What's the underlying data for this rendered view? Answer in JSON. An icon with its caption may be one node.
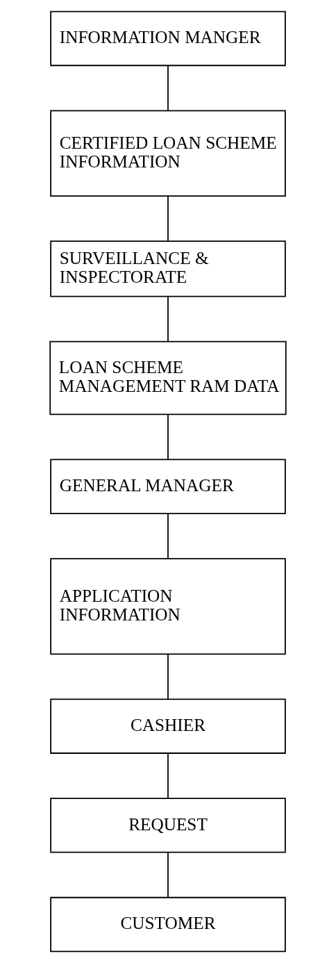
{
  "diagram": {
    "nodes": [
      {
        "text": [
          "INFORMATION MANGER"
        ]
      },
      {
        "text": [
          "CERTIFIED LOAN SCHEME INFORMATION"
        ]
      },
      {
        "text": [
          "SURVEILLANCE & INSPECTORATE"
        ]
      },
      {
        "text": [
          "LOAN SCHEME MANAGEMENT RAM DATA"
        ]
      },
      {
        "text": [
          "GENERAL MANAGER"
        ]
      },
      {
        "text": [
          "APPLICATION INFORMATION"
        ]
      },
      {
        "text": [
          "CASHIER"
        ]
      },
      {
        "text": [
          "REQUEST"
        ]
      },
      {
        "text": [
          "CUSTOMER"
        ]
      }
    ],
    "edges": [
      {
        "from": 0,
        "to": 1,
        "arrow": "none"
      },
      {
        "from": 1,
        "to": 2,
        "arrow": "none"
      },
      {
        "from": 2,
        "to": 3,
        "arrow": "none"
      },
      {
        "from": 3,
        "to": 4,
        "arrow": "none"
      },
      {
        "from": 4,
        "to": 5,
        "arrow": "none"
      },
      {
        "from": 5,
        "to": 6,
        "arrow": "none"
      },
      {
        "from": 6,
        "to": 7,
        "arrow": "none"
      },
      {
        "from": 7,
        "to": 8,
        "arrow": "none"
      }
    ]
  }
}
